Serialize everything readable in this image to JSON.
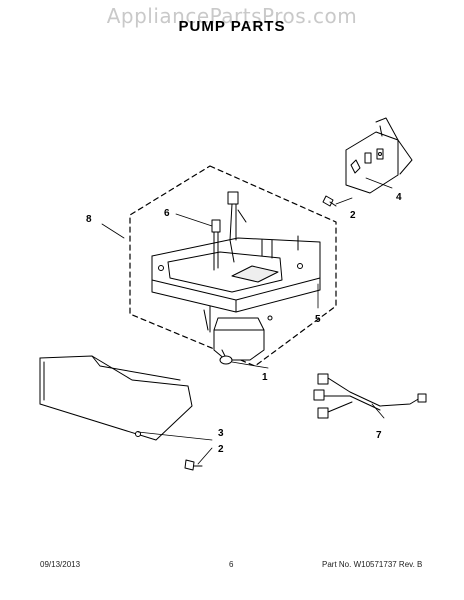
{
  "watermark": "AppliancePartsPros.com",
  "title": "PUMP PARTS",
  "callouts": {
    "c1": "1",
    "c2a": "2",
    "c2b": "2",
    "c3": "3",
    "c4": "4",
    "c5": "5",
    "c6": "6",
    "c7": "7",
    "c8": "8"
  },
  "footer": {
    "date": "09/13/2013",
    "page": "6",
    "part_number": "Part No. W10571737 Rev. B"
  }
}
